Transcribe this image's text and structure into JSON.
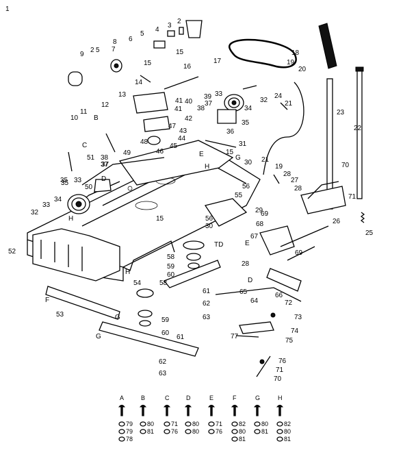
{
  "colors": {
    "ink": "#000000",
    "paper": "#ffffff"
  },
  "diagram": {
    "callouts": [
      "1",
      "2",
      "3",
      "4",
      "5",
      "6",
      "8",
      "9",
      "7",
      "2",
      "5",
      "15",
      "16",
      "17",
      "18",
      "19",
      "20",
      "14",
      "15",
      "33",
      "39",
      "37",
      "24",
      "21",
      "23",
      "41",
      "40",
      "13",
      "12",
      "11",
      "10",
      "B",
      "41",
      "42",
      "36",
      "35",
      "34",
      "32",
      "38",
      "35",
      "C",
      "47",
      "43",
      "44",
      "46",
      "45",
      "31",
      "38",
      "51",
      "49",
      "37",
      "15",
      "E",
      "H",
      "30",
      "21",
      "19",
      "22",
      "37",
      "48",
      "G",
      "28",
      "27",
      "28",
      "70",
      "71",
      "35",
      "33",
      "50",
      "D",
      "56",
      "55",
      "29",
      "68",
      "69",
      "26",
      "25",
      "34",
      "32",
      "33",
      "H",
      "15",
      "30",
      "52",
      "E",
      "56",
      "67",
      "69",
      "TD",
      "28",
      "58",
      "59",
      "60",
      "H",
      "54",
      "58",
      "61",
      "D",
      "65",
      "64",
      "66",
      "72",
      "F",
      "62",
      "63",
      "73",
      "74",
      "53",
      "59",
      "60",
      "61",
      "77",
      "75",
      "G",
      "G",
      "62",
      "63",
      "76",
      "71",
      "70"
    ],
    "hardware_key": {
      "groups": [
        {
          "letter": "A",
          "refs": [
            "79",
            "79",
            "78"
          ]
        },
        {
          "letter": "B",
          "refs": [
            "80",
            "81"
          ]
        },
        {
          "letter": "C",
          "refs": [
            "71",
            "76"
          ]
        },
        {
          "letter": "D",
          "refs": [
            "80",
            "80"
          ]
        },
        {
          "letter": "E",
          "refs": [
            "71",
            "76"
          ]
        },
        {
          "letter": "F",
          "refs": [
            "82",
            "80",
            "81"
          ]
        },
        {
          "letter": "G",
          "refs": [
            "80",
            "81"
          ]
        },
        {
          "letter": "H",
          "refs": [
            "82",
            "80",
            "81"
          ]
        }
      ]
    }
  }
}
